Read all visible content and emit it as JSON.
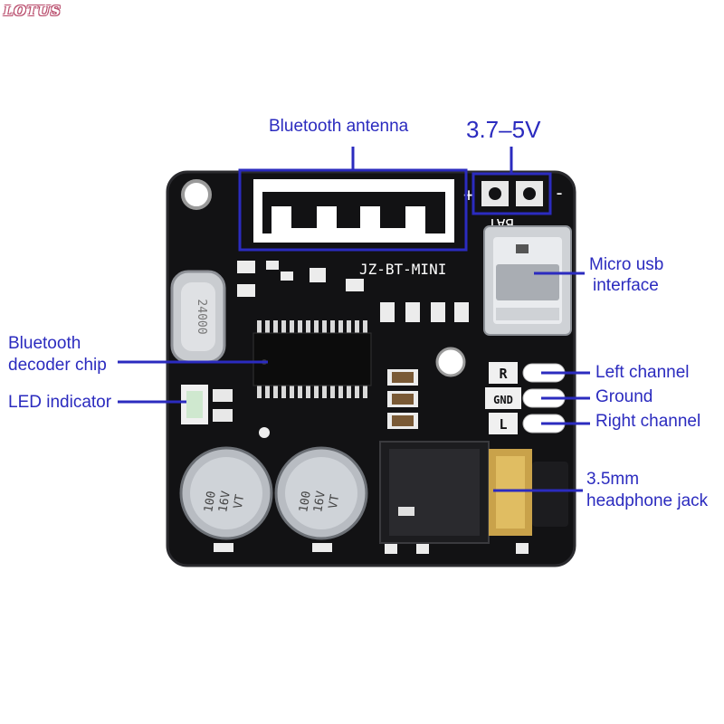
{
  "watermark": "LOTUS",
  "board": {
    "model_text": "JZ-BT-MINI",
    "battery_text": "BAT",
    "crystal_text": "24000",
    "plus_sign": "+",
    "minus_sign": "-",
    "channel_pads": [
      "R",
      "GND",
      "L"
    ],
    "capacitor_text_1": "100",
    "capacitor_text_2": "16V",
    "capacitor_text_3": "VT"
  },
  "labels": {
    "antenna": "Bluetooth antenna",
    "voltage": "3.7–5V",
    "micro_usb_line1": "Micro usb",
    "micro_usb_line2": "interface",
    "decoder_line1": "Bluetooth",
    "decoder_line2": "decoder chip",
    "led": "LED indicator",
    "left_channel": "Left channel",
    "ground": "Ground",
    "right_channel": "Right channel",
    "jack_line1": "3.5mm",
    "jack_line2": "headphone jack"
  },
  "colors": {
    "annotation": "#2b2bbf",
    "pcb": "#121214",
    "connector_gold": "#c9a24a"
  }
}
